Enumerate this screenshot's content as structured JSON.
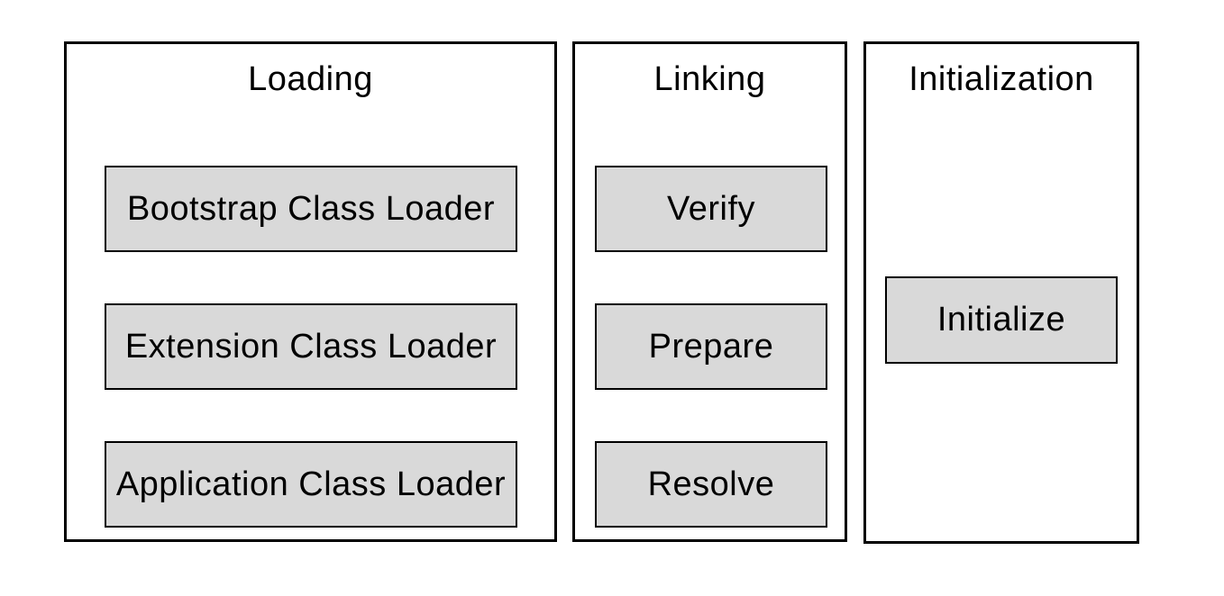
{
  "colors": {
    "background": "#ffffff",
    "panel_border": "#000000",
    "box_fill": "#d9d9d9",
    "box_border": "#000000",
    "text": "#000000"
  },
  "panels": [
    {
      "title": "Loading",
      "items": [
        "Bootstrap Class Loader",
        "Extension Class Loader",
        "Application Class Loader"
      ]
    },
    {
      "title": "Linking",
      "items": [
        "Verify",
        "Prepare",
        "Resolve"
      ]
    },
    {
      "title": "Initialization",
      "items": [
        "Initialize"
      ]
    }
  ]
}
